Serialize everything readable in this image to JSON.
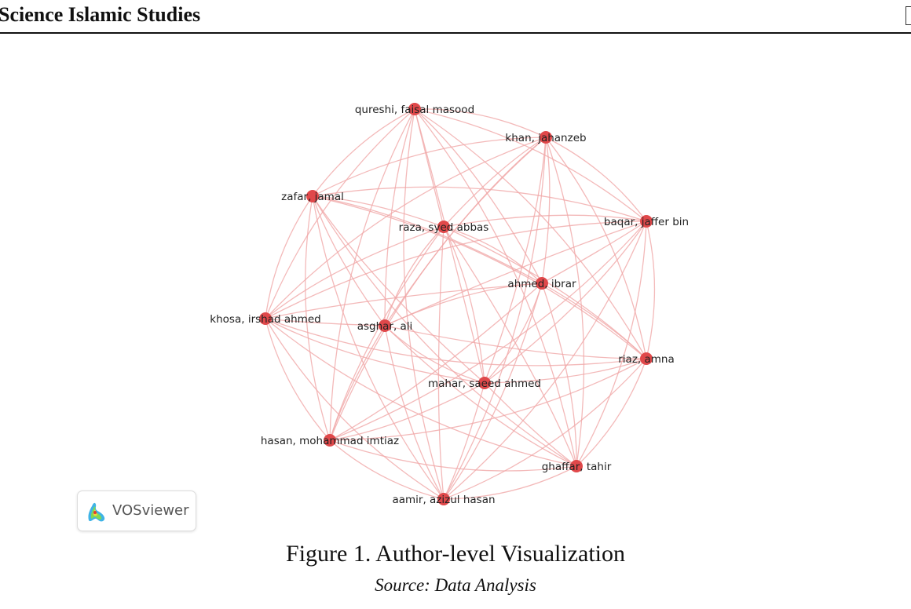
{
  "header": {
    "journal_title": "Science Islamic Studies"
  },
  "chart_data": {
    "type": "network",
    "nodes": [
      {
        "id": "qureshi",
        "label": "qureshi, faisal masood"
      },
      {
        "id": "khan",
        "label": "khan, jahanzeb"
      },
      {
        "id": "zafar",
        "label": "zafar, jamal"
      },
      {
        "id": "raza",
        "label": "raza, syed abbas"
      },
      {
        "id": "baqar",
        "label": "baqar, jaffer bin"
      },
      {
        "id": "ahmed",
        "label": "ahmed, ibrar"
      },
      {
        "id": "khosa",
        "label": "khosa, irshad ahmed"
      },
      {
        "id": "asghar",
        "label": "asghar, ali"
      },
      {
        "id": "riaz",
        "label": "riaz, amna"
      },
      {
        "id": "mahar",
        "label": "mahar, saeed ahmed"
      },
      {
        "id": "hasan",
        "label": "hasan, mohammad imtiaz"
      },
      {
        "id": "ghaffar",
        "label": "ghaffar, tahir"
      },
      {
        "id": "aamir",
        "label": "aamir, azizul hasan"
      }
    ],
    "edges": "fully connected co-authorship network (all node pairs linked)",
    "node_color": "#e0484a",
    "edge_color": "#f0a8a8"
  },
  "badge": {
    "logo_text": "VOSviewer"
  },
  "figure": {
    "caption": "Figure 1. Author-level Visualization",
    "source": "Source: Data Analysis"
  }
}
